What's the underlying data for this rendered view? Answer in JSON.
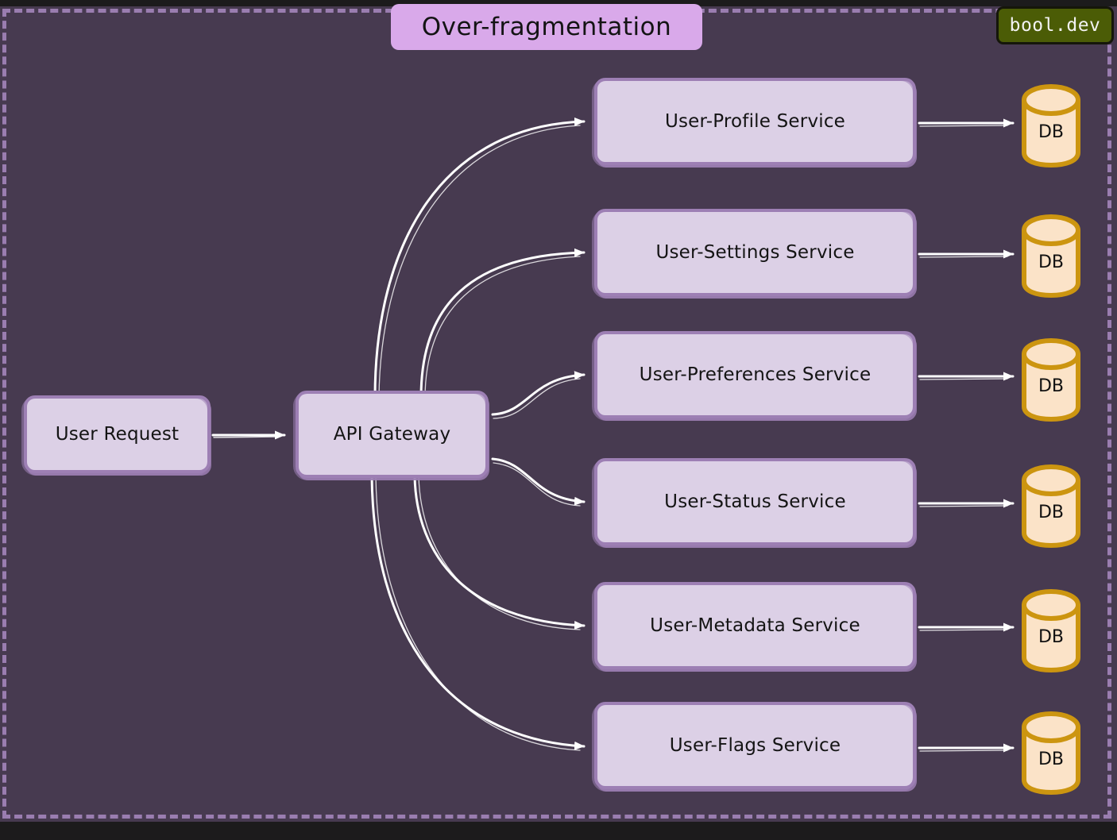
{
  "diagram": {
    "title": "Over-fragmentation",
    "brand": "bool.dev",
    "background_color": "#473A50",
    "node_fill": "#DCD0E6",
    "node_stroke": "#9d7fb4",
    "title_chip_color": "#d9a9ea",
    "brand_color": "#4b5c06",
    "db_fill": "#fbe3c8",
    "db_stroke": "#cc9510",
    "edge_color": "#ffffff"
  },
  "nodes": {
    "user_request": {
      "label": "User Request"
    },
    "api_gateway": {
      "label": "API Gateway"
    },
    "services": [
      {
        "id": "user-profile",
        "label": "User-Profile Service",
        "db": "DB"
      },
      {
        "id": "user-settings",
        "label": "User-Settings Service",
        "db": "DB"
      },
      {
        "id": "user-preferences",
        "label": "User-Preferences Service",
        "db": "DB"
      },
      {
        "id": "user-status",
        "label": "User-Status Service",
        "db": "DB"
      },
      {
        "id": "user-metadata",
        "label": "User-Metadata Service",
        "db": "DB"
      },
      {
        "id": "user-flags",
        "label": "User-Flags Service",
        "db": "DB"
      }
    ]
  },
  "edges": [
    {
      "from": "User Request",
      "to": "API Gateway"
    },
    {
      "from": "API Gateway",
      "to": "User-Profile Service"
    },
    {
      "from": "API Gateway",
      "to": "User-Settings Service"
    },
    {
      "from": "API Gateway",
      "to": "User-Preferences Service"
    },
    {
      "from": "API Gateway",
      "to": "User-Status Service"
    },
    {
      "from": "API Gateway",
      "to": "User-Metadata Service"
    },
    {
      "from": "API Gateway",
      "to": "User-Flags Service"
    },
    {
      "from": "User-Profile Service",
      "to": "DB"
    },
    {
      "from": "User-Settings Service",
      "to": "DB"
    },
    {
      "from": "User-Preferences Service",
      "to": "DB"
    },
    {
      "from": "User-Status Service",
      "to": "DB"
    },
    {
      "from": "User-Metadata Service",
      "to": "DB"
    },
    {
      "from": "User-Flags Service",
      "to": "DB"
    }
  ]
}
